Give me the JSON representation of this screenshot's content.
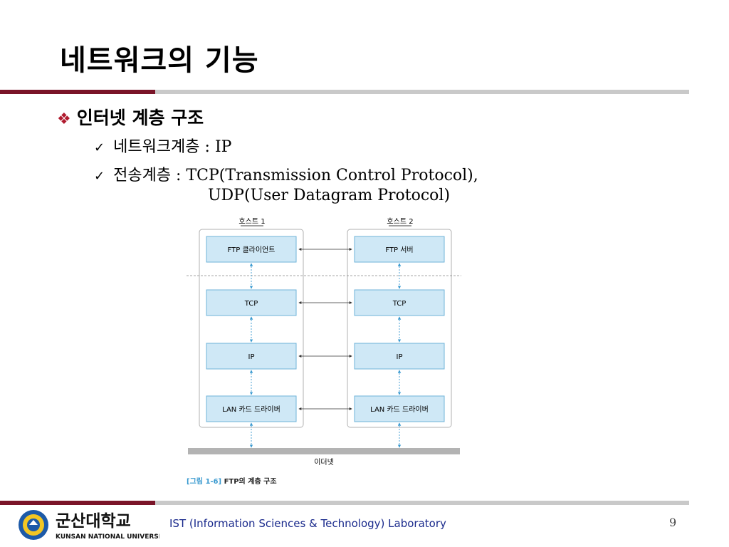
{
  "slide": {
    "title": "네트워크의 기능",
    "bullet": "인터넷 계층 구조",
    "items": [
      {
        "label": "네트워크계층",
        "value": " : IP"
      },
      {
        "label": "전송계층",
        "value": " : TCP(Transmission Control Protocol),"
      }
    ],
    "continuation": "UDP(User Datagram Protocol)"
  },
  "diagram": {
    "host1": "호스트 1",
    "host2": "호스트 2",
    "host1_layers": [
      "FTP 클라이언트",
      "TCP",
      "IP",
      "LAN 카드 드라이버"
    ],
    "host2_layers": [
      "FTP 서버",
      "TCP",
      "IP",
      "LAN 카드 드라이버"
    ],
    "network": "이더넷",
    "caption_num": "[그림 1-6]",
    "caption_text": " FTP의 계층 구조"
  },
  "logo": {
    "name": "군산대학교",
    "sub": "KUNSAN NATIONAL UNIVERSITY"
  },
  "footer": {
    "lab": "IST (Information Sciences & Technology) Laboratory",
    "page": "9"
  },
  "colors": {
    "accent": "#7a1428",
    "bar": "#c9c9c9",
    "box_fill": "#cfe8f6",
    "box_stroke": "#6fb3d8",
    "footer_text": "#1a2a8c"
  }
}
